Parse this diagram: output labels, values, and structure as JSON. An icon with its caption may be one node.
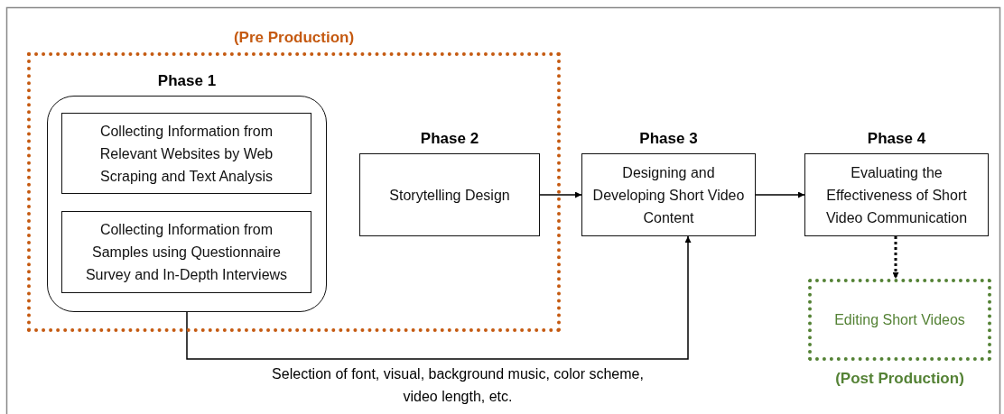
{
  "diagram": {
    "nodes": [
      {
        "text": [
          "(Pre Production)"
        ]
      },
      {
        "text": [
          "Phase 1"
        ],
        "in": 0
      },
      {
        "text": [
          "Collecting Information from Relevant Websites by Web Scraping and Text Analysis"
        ],
        "in": 1
      },
      {
        "text": [
          "Collecting Information from Samples using Questionnaire Survey and In-Depth Interviews"
        ],
        "in": 1
      },
      {
        "text": [
          "Phase 2",
          "Storytelling Design"
        ],
        "in": 0
      },
      {
        "text": [
          "Phase 3",
          "Designing and Developing Short Video Content"
        ]
      },
      {
        "text": [
          "Phase 4",
          "Evaluating the Effectiveness of Short Video Communication"
        ]
      },
      {
        "text": [
          "Editing Short Videos",
          "(Post Production)"
        ]
      }
    ],
    "edges": [
      {
        "from": 1,
        "to": 5,
        "arrow": "to",
        "label": "Selection of font, visual, background music, color scheme, video length, etc."
      },
      {
        "from": 4,
        "to": 5,
        "arrow": "to"
      },
      {
        "from": 5,
        "to": 6,
        "arrow": "to"
      },
      {
        "from": 6,
        "to": 7,
        "arrow": "to",
        "style": "dashed"
      }
    ]
  }
}
